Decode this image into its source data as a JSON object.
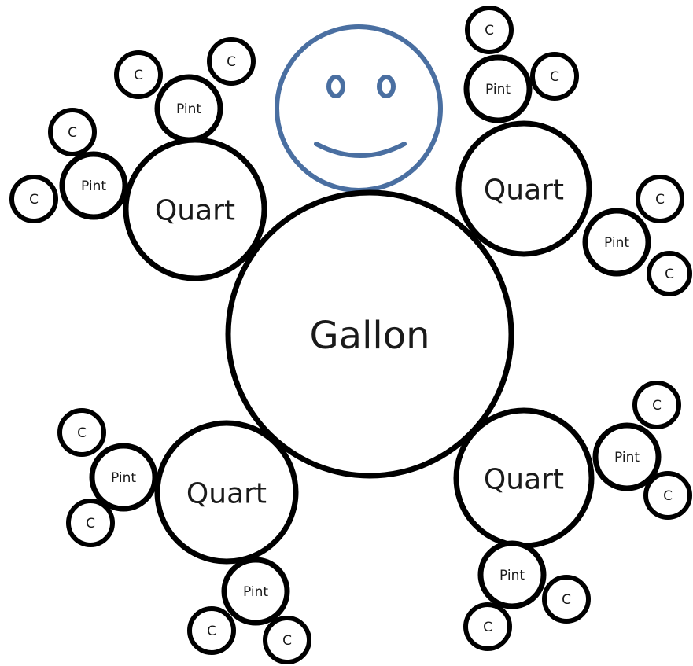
{
  "diagram": {
    "center": {
      "label": "Gallon"
    },
    "quarts": [
      {
        "label": "Quart",
        "pints": [
          {
            "label": "Pint",
            "cups": [
              "C",
              "C"
            ]
          },
          {
            "label": "Pint",
            "cups": [
              "C",
              "C"
            ]
          }
        ]
      },
      {
        "label": "Quart",
        "pints": [
          {
            "label": "Pint",
            "cups": [
              "C",
              "C"
            ]
          },
          {
            "label": "Pint",
            "cups": [
              "C",
              "C"
            ]
          }
        ]
      },
      {
        "label": "Quart",
        "pints": [
          {
            "label": "Pint",
            "cups": [
              "C",
              "C"
            ]
          },
          {
            "label": "Pint",
            "cups": [
              "C",
              "C"
            ]
          }
        ]
      },
      {
        "label": "Quart",
        "pints": [
          {
            "label": "Pint",
            "cups": [
              "C",
              "C"
            ]
          },
          {
            "label": "Pint",
            "cups": [
              "C",
              "C"
            ]
          }
        ]
      }
    ],
    "face_icon": "smiley-face-icon",
    "colors": {
      "outline": "#000000",
      "face": "#4a6fa1"
    }
  }
}
